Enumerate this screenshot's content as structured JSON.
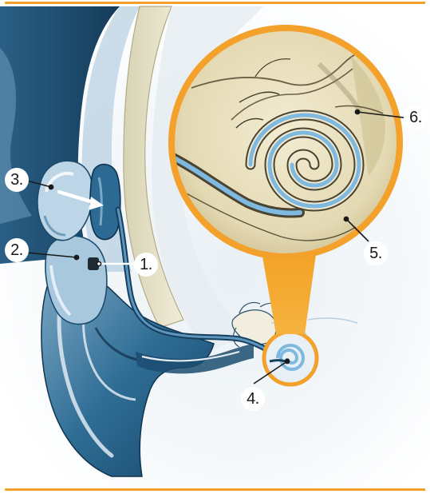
{
  "colors": {
    "accent_orange": "#f3a12a",
    "deep_blue": "#1f5578",
    "mid_blue": "#2e6f96",
    "light_blue": "#9fc6dd",
    "pale_blue": "#cfe2ee",
    "cochlea_blue": "#7fb9df",
    "bone_cream": "#ece4c6",
    "bone_shadow": "#b9ad85",
    "ink": "#1a1a1a"
  },
  "labels": {
    "l1": "1.",
    "l2": "2.",
    "l3": "3.",
    "l4": "4.",
    "l5": "5.",
    "l6": "6."
  },
  "icons": {
    "arrow": "white-right-arrow-icon",
    "magnifier": "magnifier-circle-icon"
  }
}
